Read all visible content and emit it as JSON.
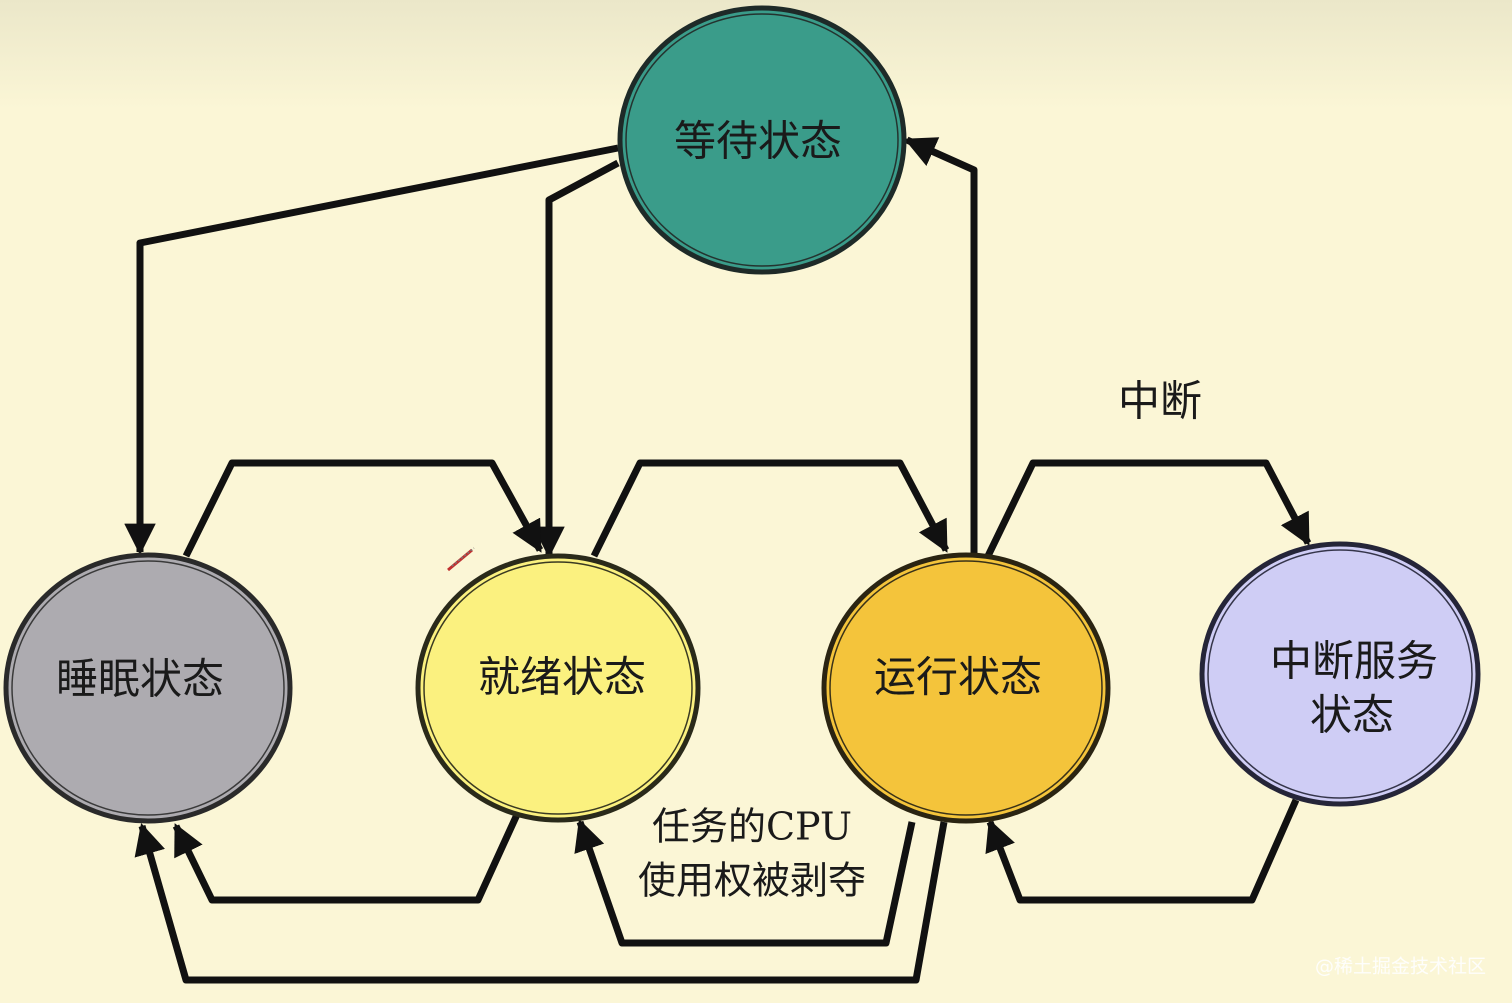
{
  "nodes": {
    "waiting": {
      "label": "等待状态",
      "color": "#3a9c8a"
    },
    "sleeping": {
      "label": "睡眠状态",
      "color": "#adabb0"
    },
    "ready": {
      "label": "就绪状态",
      "color": "#fbf17f"
    },
    "running": {
      "label": "运行状态",
      "color": "#f4c43b"
    },
    "interrupt": {
      "label_line1": "中断服务",
      "label_line2": "状态",
      "color": "#cfcdf5"
    }
  },
  "edge_labels": {
    "interrupt": "中断",
    "preempt_line1": "任务的CPU",
    "preempt_line2": "使用权被剥夺"
  },
  "watermark": "@稀土掘金技术社区",
  "colors": {
    "stroke": "#111111",
    "background": "#fbf6d6"
  }
}
